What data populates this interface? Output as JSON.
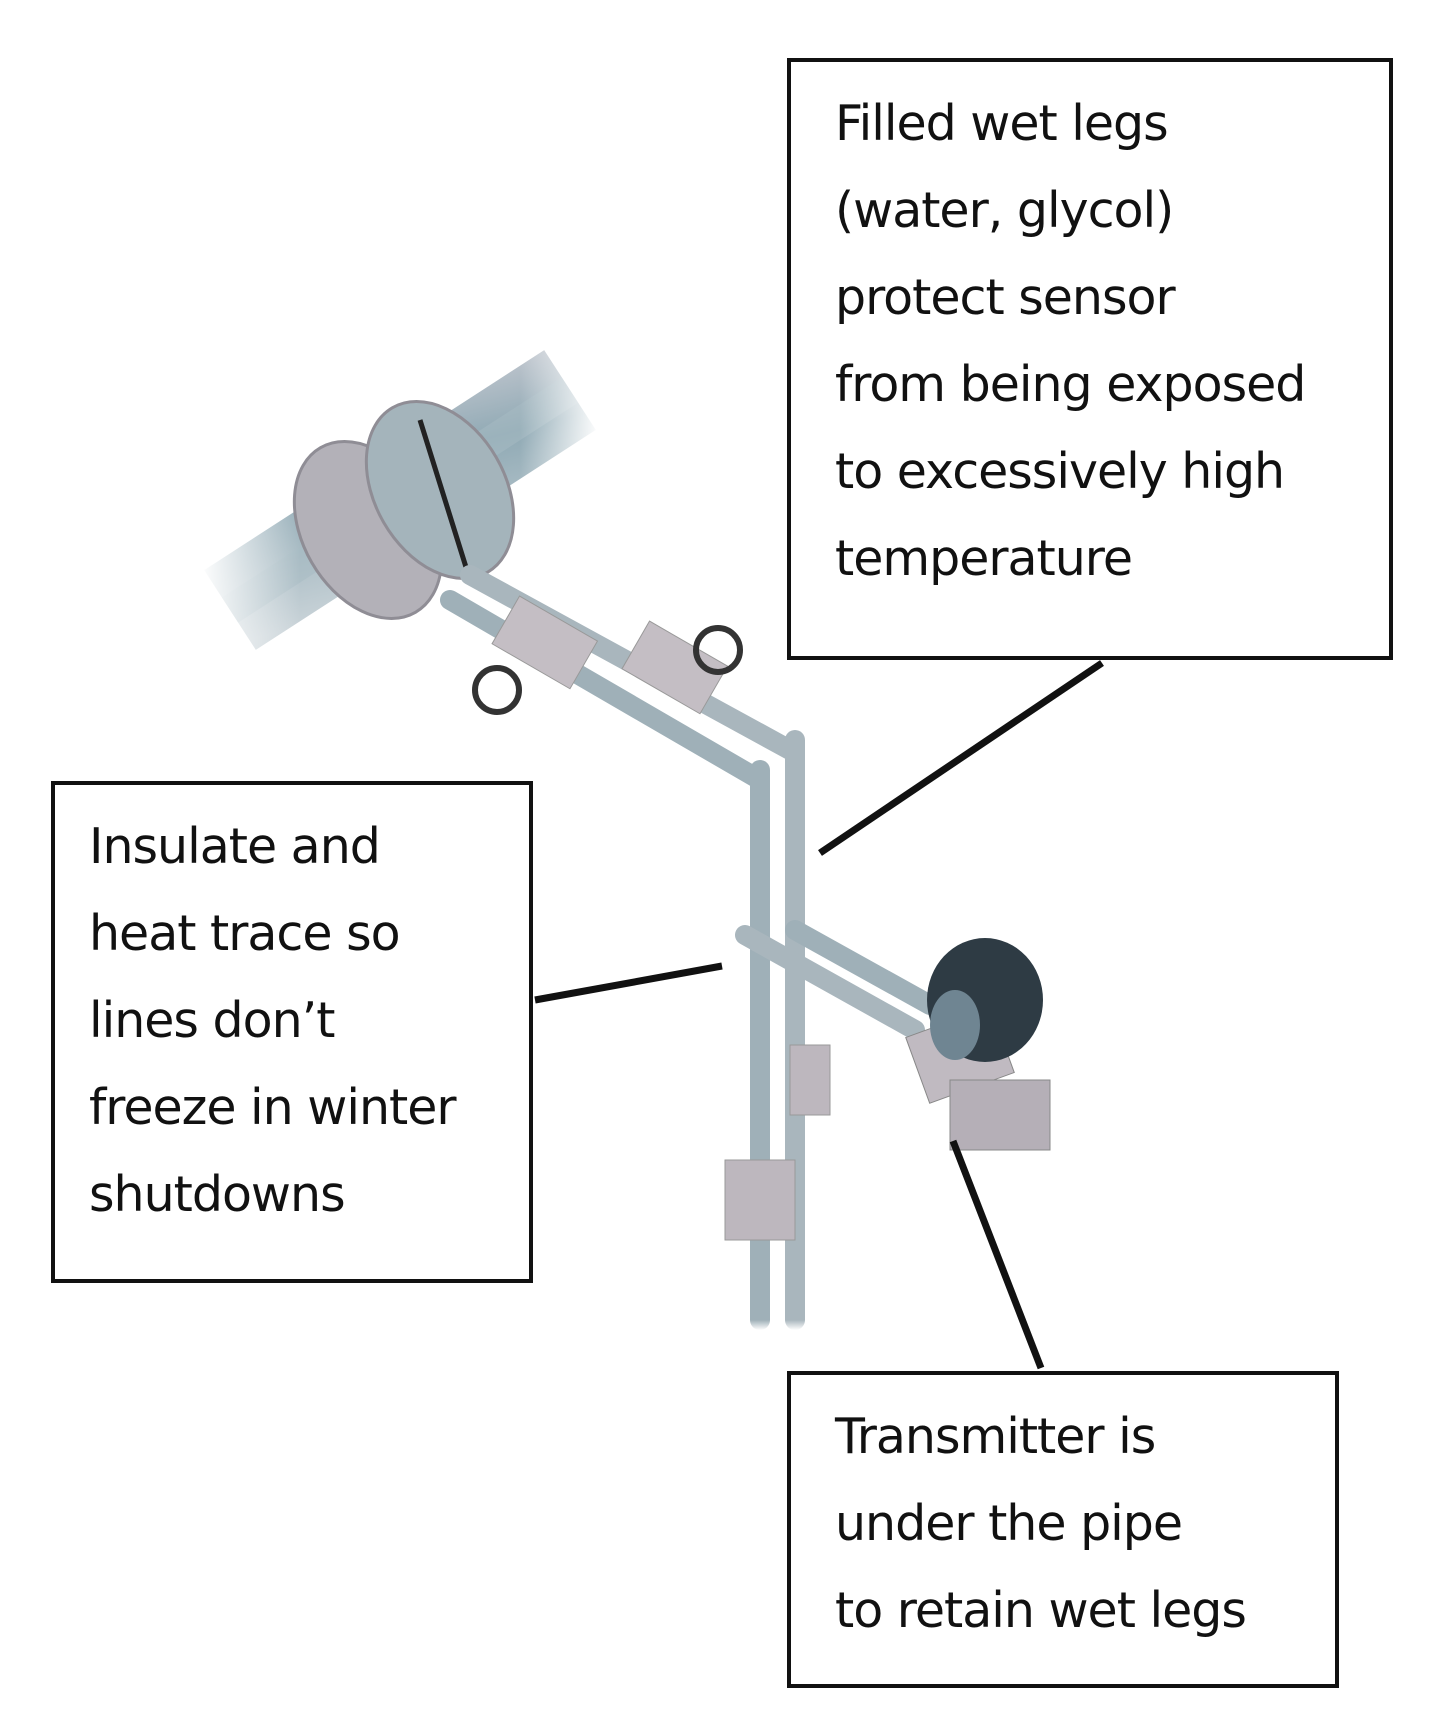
{
  "callouts": {
    "top": {
      "lines": [
        "Filled wet legs",
        "(water, glycol)",
        "protect sensor",
        "from being exposed",
        "to excessively high",
        "temperature"
      ]
    },
    "left": {
      "lines": [
        "Insulate and",
        "heat trace so",
        "lines don’t",
        "freeze in winter",
        "shutdowns"
      ]
    },
    "bottom": {
      "lines": [
        "Transmitter is",
        "under the pipe",
        "to retain wet legs"
      ]
    }
  },
  "colors": {
    "pipe": "#8fa9b4",
    "steel": "#b8b4bb",
    "leader": "#111111"
  }
}
